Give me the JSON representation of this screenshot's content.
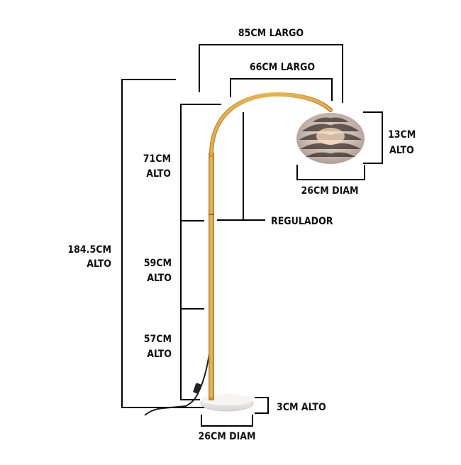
{
  "labels": {
    "width_outer": "85CM LARGO",
    "width_inner": "66CM LARGO",
    "shade_height_value": "13CM",
    "shade_height_unit": "ALTO",
    "shade_diameter": "26CM DIAM",
    "regulator": "REGULADOR",
    "total_height_value": "184.5CM",
    "total_height_unit": "ALTO",
    "seg_top_value": "71CM",
    "seg_top_unit": "ALTO",
    "seg_mid_value": "59CM",
    "seg_mid_unit": "ALTO",
    "seg_low_value": "57CM",
    "seg_low_unit": "ALTO",
    "base_height": "3CM ALTO",
    "base_diameter": "26CM DIAM"
  },
  "colors": {
    "pole": "#d9a441",
    "shade": "#d8ccc6",
    "base": "#f1efee",
    "lines": "#000000"
  }
}
